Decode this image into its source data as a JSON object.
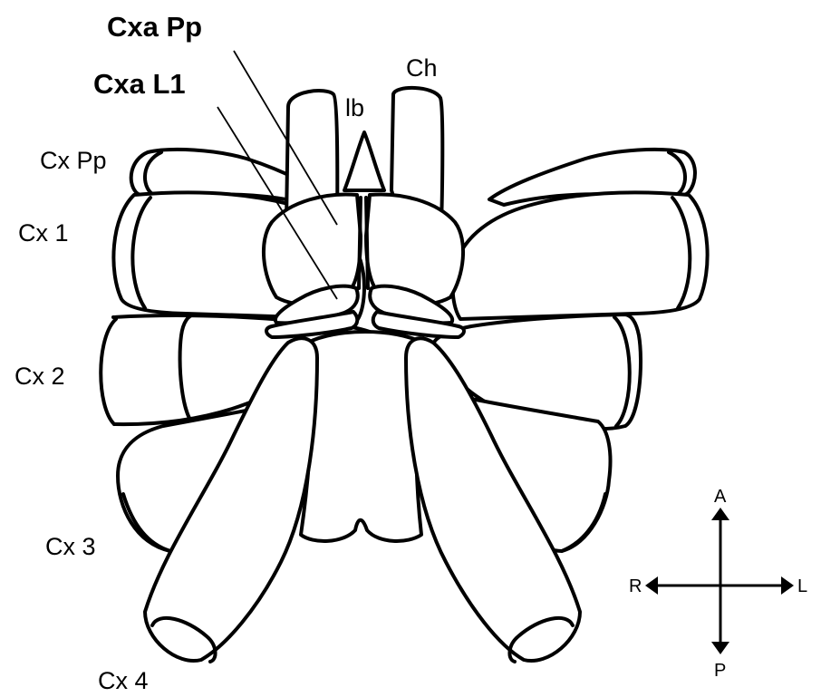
{
  "labels": {
    "cxa_pp": "Cxa Pp",
    "cxa_l1": "Cxa L1",
    "ch": "Ch",
    "lb": "lb",
    "cx_pp": "Cx Pp",
    "cx_1": "Cx 1",
    "cx_2": "Cx 2",
    "cx_3": "Cx 3",
    "cx_4": "Cx 4"
  },
  "compass": {
    "anterior": "A",
    "posterior": "P",
    "right": "R",
    "left": "L"
  }
}
